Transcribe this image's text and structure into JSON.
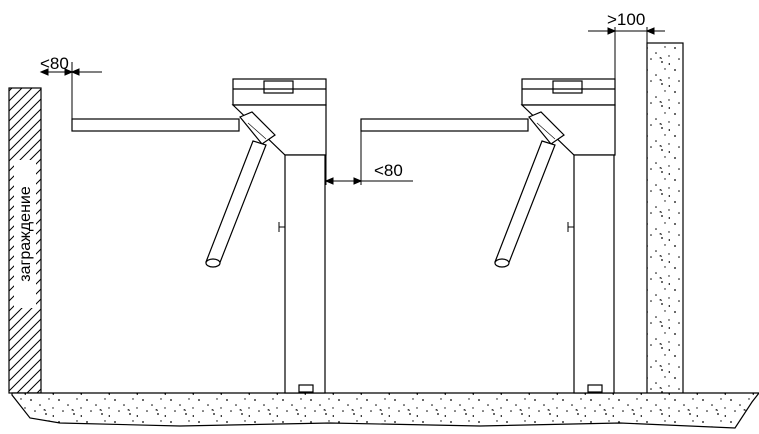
{
  "dimensions": {
    "left_gap": "<80",
    "middle_gap": "<80",
    "wall_offset": ">100"
  },
  "labels": {
    "fence": "заграждение"
  },
  "colors": {
    "line": "#000000",
    "background": "#ffffff"
  }
}
